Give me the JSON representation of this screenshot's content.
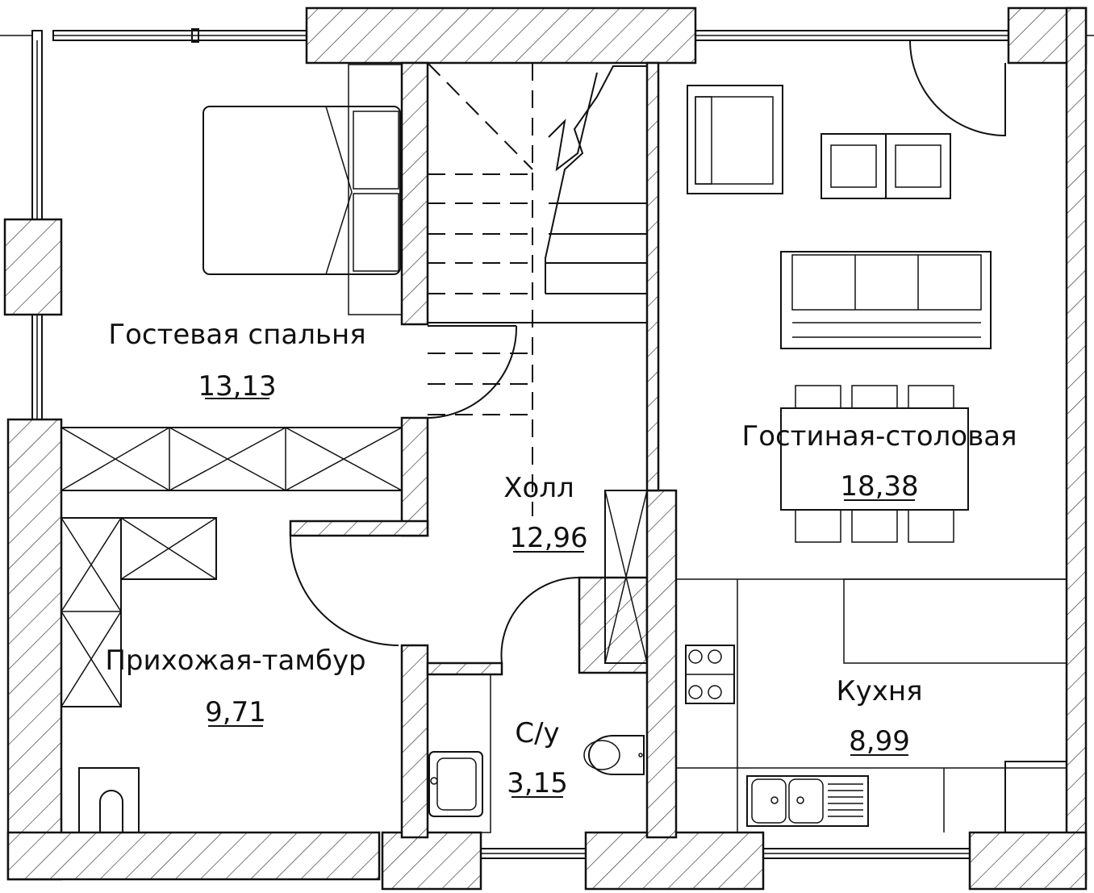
{
  "rooms": [
    {
      "id": "guest_bedroom",
      "name": "Гостевая спальня",
      "area": "13,13"
    },
    {
      "id": "living_dining",
      "name": "Гостиная-столовая",
      "area": "18,38"
    },
    {
      "id": "hall",
      "name": "Холл",
      "area": "12,96"
    },
    {
      "id": "entry_vestibule",
      "name": "Прихожая-тамбур",
      "area": "9,71"
    },
    {
      "id": "bathroom",
      "name": "С/у",
      "area": "3,15"
    },
    {
      "id": "kitchen",
      "name": "Кухня",
      "area": "8,99"
    }
  ]
}
